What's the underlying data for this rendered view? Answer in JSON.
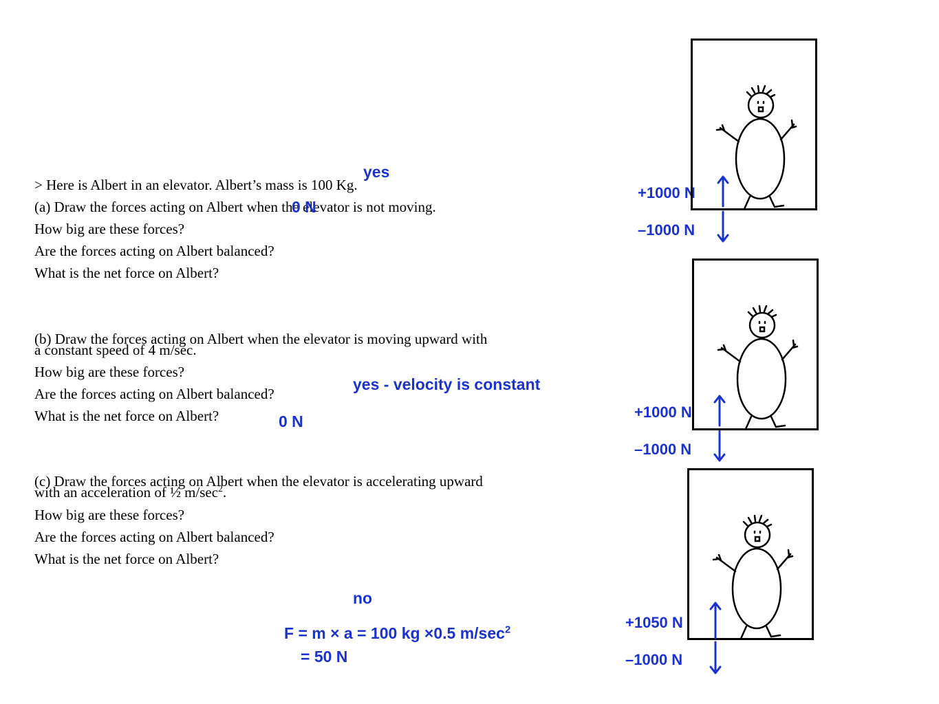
{
  "part_a": {
    "intro": "> Here is Albert in an elevator.   Albert’s mass is 100 Kg.",
    "line1": "(a) Draw the forces acting on Albert when the elevator is not moving.",
    "line2": "How big are these forces?",
    "line3": "Are the forces acting on Albert balanced?",
    "line4": "What is the net force on Albert?",
    "answer_balanced": "yes",
    "answer_net": "0 N"
  },
  "part_b": {
    "line1a": "(b) Draw the forces acting on Albert when the elevator is moving upward with",
    "line1b": "a constant speed of 4 m/sec.",
    "line2": "How big are these forces?",
    "line3": "Are the forces acting on Albert balanced?",
    "line4": "What is the net force on Albert?",
    "answer_balanced": "yes - velocity is constant",
    "answer_net": "0 N"
  },
  "part_c": {
    "line1a": "(c) Draw the forces acting on Albert when the elevator is accelerating upward",
    "line1b_prefix": "with an acceleration of ½ m/sec",
    "line1b_sup": "2",
    "line1b_suffix": ".",
    "line2": "How big are these forces?",
    "line3": "Are the forces acting on Albert balanced?",
    "line4": "What is the net force on Albert?",
    "answer_balanced": "no",
    "formula_main": "F = m × a = 100 kg ×0.5 m/sec",
    "formula_sup": "2",
    "formula_result": "= 50 N"
  },
  "diagrams": [
    {
      "up_label": "+1000 N",
      "down_label": "–1000 N"
    },
    {
      "up_label": "+1000 N",
      "down_label": "–1000 N"
    },
    {
      "up_label": "+1050 N",
      "down_label": "–1000 N"
    }
  ],
  "colors": {
    "answer": "#1a33cc",
    "text": "#000000"
  }
}
